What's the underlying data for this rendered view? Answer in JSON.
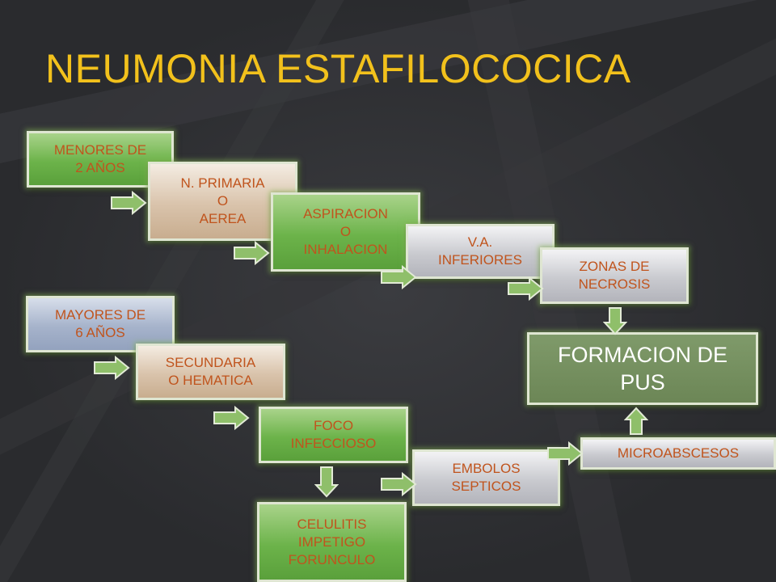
{
  "slide": {
    "title": "NEUMONIA ESTAFILOCOCICA"
  },
  "boxes": {
    "menores": "MENORES DE\n2 AÑOS",
    "primaria": "N. PRIMARIA\nO\nAEREA",
    "aspiracion": "ASPIRACION\nO\nINHALACION",
    "va": "V.A.\nINFERIORES",
    "zonas": "ZONAS DE\nNECROSIS",
    "mayores": "MAYORES DE\n6 AÑOS",
    "secundaria": "SECUNDARIA\nO HEMATICA",
    "pus": "FORMACION DE\nPUS",
    "foco": "FOCO\nINFECCIOSO",
    "microabscesos": "MICROABSCESOS",
    "embolos": "EMBOLOS\nSEPTICOS",
    "celulitis": "CELULITIS\nIMPETIGO\nFORUNCULO"
  },
  "colors": {
    "title": "#f2c11c",
    "arrow_fill": "#8fbf6a",
    "background": "#2f3033"
  }
}
